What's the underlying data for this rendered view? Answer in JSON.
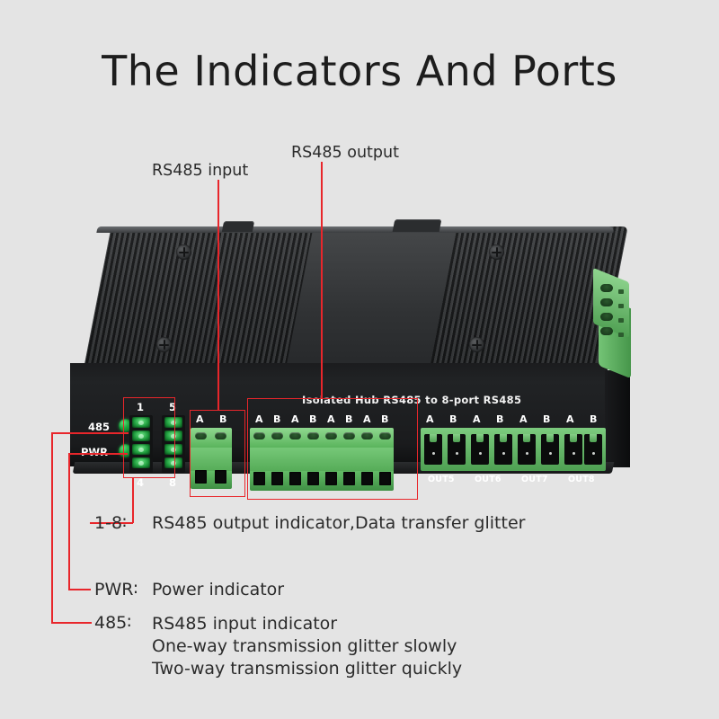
{
  "page": {
    "title": "The Indicators And Ports",
    "background_color": "#e4e4e4",
    "annotation_color": "#e8262b"
  },
  "callouts": [
    {
      "id": "rs485-input",
      "label": "RS485 input"
    },
    {
      "id": "rs485-output",
      "label": "RS485 output"
    }
  ],
  "device": {
    "silkscreen": "Isolated  Hub  RS485 to 8-port RS485",
    "indicators": {
      "status_labels": [
        "485",
        "PWR"
      ],
      "port_led_top_labels": [
        "1",
        "5"
      ],
      "port_led_bottom_labels": [
        "4",
        "8"
      ]
    },
    "input_port": {
      "pin_labels": [
        "A",
        "B"
      ]
    },
    "output_block_left": {
      "pin_labels": [
        "A",
        "B",
        "A",
        "B",
        "A",
        "B",
        "A",
        "B"
      ]
    },
    "output_block_right": {
      "pin_labels": [
        "A",
        "B",
        "A",
        "B",
        "A",
        "B",
        "A",
        "B"
      ],
      "port_labels": [
        "OUT5",
        "OUT6",
        "OUT7",
        "OUT8"
      ]
    }
  },
  "legend": [
    {
      "key": "1-8∶",
      "lines": [
        "RS485 output indicator,Data transfer glitter"
      ]
    },
    {
      "key": "PWR∶",
      "lines": [
        "Power indicator"
      ]
    },
    {
      "key": "485∶",
      "lines": [
        "RS485 input indicator",
        "One-way transmission glitter slowly",
        "Two-way transmission glitter quickly"
      ]
    }
  ]
}
